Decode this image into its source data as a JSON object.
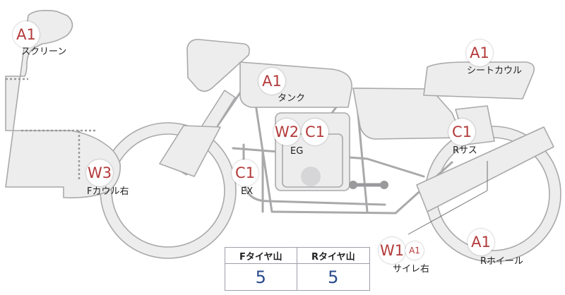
{
  "callouts": [
    {
      "id": "screen",
      "badges": [
        "A1"
      ],
      "label": "スクリーン"
    },
    {
      "id": "tank",
      "badges": [
        "A1"
      ],
      "label": "タンク"
    },
    {
      "id": "seat-cowl",
      "badges": [
        "A1"
      ],
      "label": "シートカウル"
    },
    {
      "id": "engine",
      "badges": [
        "W2",
        "C1"
      ],
      "label": "EG"
    },
    {
      "id": "r-sus",
      "badges": [
        "C1"
      ],
      "label": "Rサス"
    },
    {
      "id": "f-cowl-right",
      "badges": [
        "W3"
      ],
      "label": "Fカウル右"
    },
    {
      "id": "exhaust",
      "badges": [
        "C1"
      ],
      "label": "EX"
    },
    {
      "id": "silencer-right",
      "badges": [
        "W1",
        "A1"
      ],
      "label": "サイレ右"
    },
    {
      "id": "r-wheel",
      "badges": [
        "A1"
      ],
      "label": "Rホイール"
    }
  ],
  "tire_table": {
    "headers": [
      "Fタイヤ山",
      "Rタイヤ山"
    ],
    "values": [
      "5",
      "5"
    ]
  },
  "colors": {
    "badge_text": "#b33a3a",
    "tire_value": "#2a4a8c",
    "bike_fill": "#ededee",
    "bike_stroke": "#a9a9ab"
  }
}
